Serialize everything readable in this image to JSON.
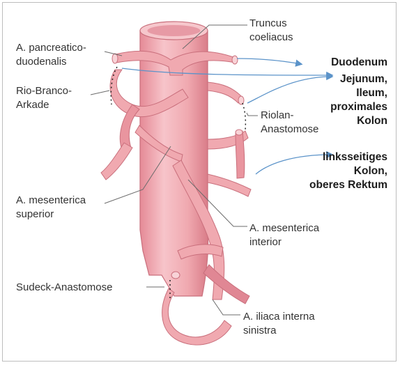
{
  "labels": {
    "truncus_line1": "Truncus",
    "truncus_line2": "coeliacus",
    "pancreatico_line1": "A. pancreatico-",
    "pancreatico_line2": "duodenalis",
    "riobranco_line1": "Rio-Branco-",
    "riobranco_line2": "Arkade",
    "riolan_line1": "Riolan-",
    "riolan_line2": "Anastomose",
    "mes_sup_line1": "A. mesenterica",
    "mes_sup_line2": "superior",
    "mes_inf_line1": "A. mesenterica",
    "mes_inf_line2": "interior",
    "sudeck": "Sudeck-Anastomose",
    "iliaca_line1": "A. iliaca interna",
    "iliaca_line2": "sinistra"
  },
  "targets": {
    "duodenum": "Duodenum",
    "jejunum_line1": "Jejunum,",
    "jejunum_line2": "Ileum,",
    "jejunum_line3": "proximales",
    "jejunum_line4": "Kolon",
    "links_line1": "linksseitiges",
    "links_line2": "Kolon,",
    "links_line3": "oberes Rektum"
  },
  "colors": {
    "vessel_fill": "#f0a9b0",
    "vessel_dark": "#d97c88",
    "vessel_light": "#f8d3d7",
    "arrow": "#5b93c9",
    "leader": "#6b6b6b"
  }
}
